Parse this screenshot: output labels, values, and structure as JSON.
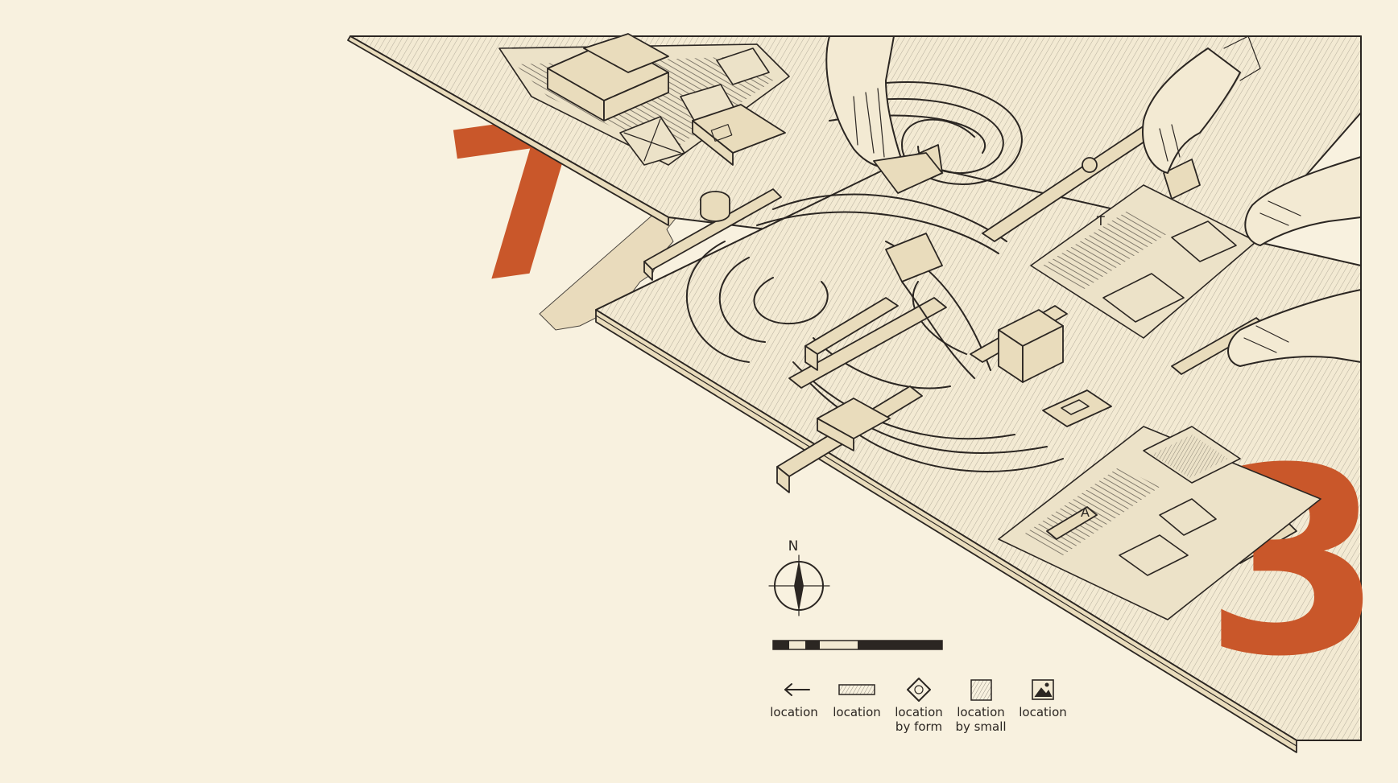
{
  "colors": {
    "background": "#f8f1df",
    "ink": "#2b2622",
    "accent": "#c9572a",
    "paper": "#f3ead3"
  },
  "big_numbers": {
    "left": "7",
    "right": "3"
  },
  "page_letters": {
    "upper_right_page": "T",
    "lower_right_page": "A"
  },
  "compass": {
    "north_label": "N",
    "icon": "compass-rose-icon"
  },
  "legend": {
    "items": [
      {
        "icon": "arrow-left-icon",
        "line1": "location",
        "line2": ""
      },
      {
        "icon": "bar-rectangle-icon",
        "line1": "location",
        "line2": ""
      },
      {
        "icon": "diamond-gear-icon",
        "line1": "location",
        "line2": "by form"
      },
      {
        "icon": "hatched-square-icon",
        "line1": "location",
        "line2": "by small"
      },
      {
        "icon": "image-frame-icon",
        "line1": "location",
        "line2": ""
      }
    ]
  }
}
